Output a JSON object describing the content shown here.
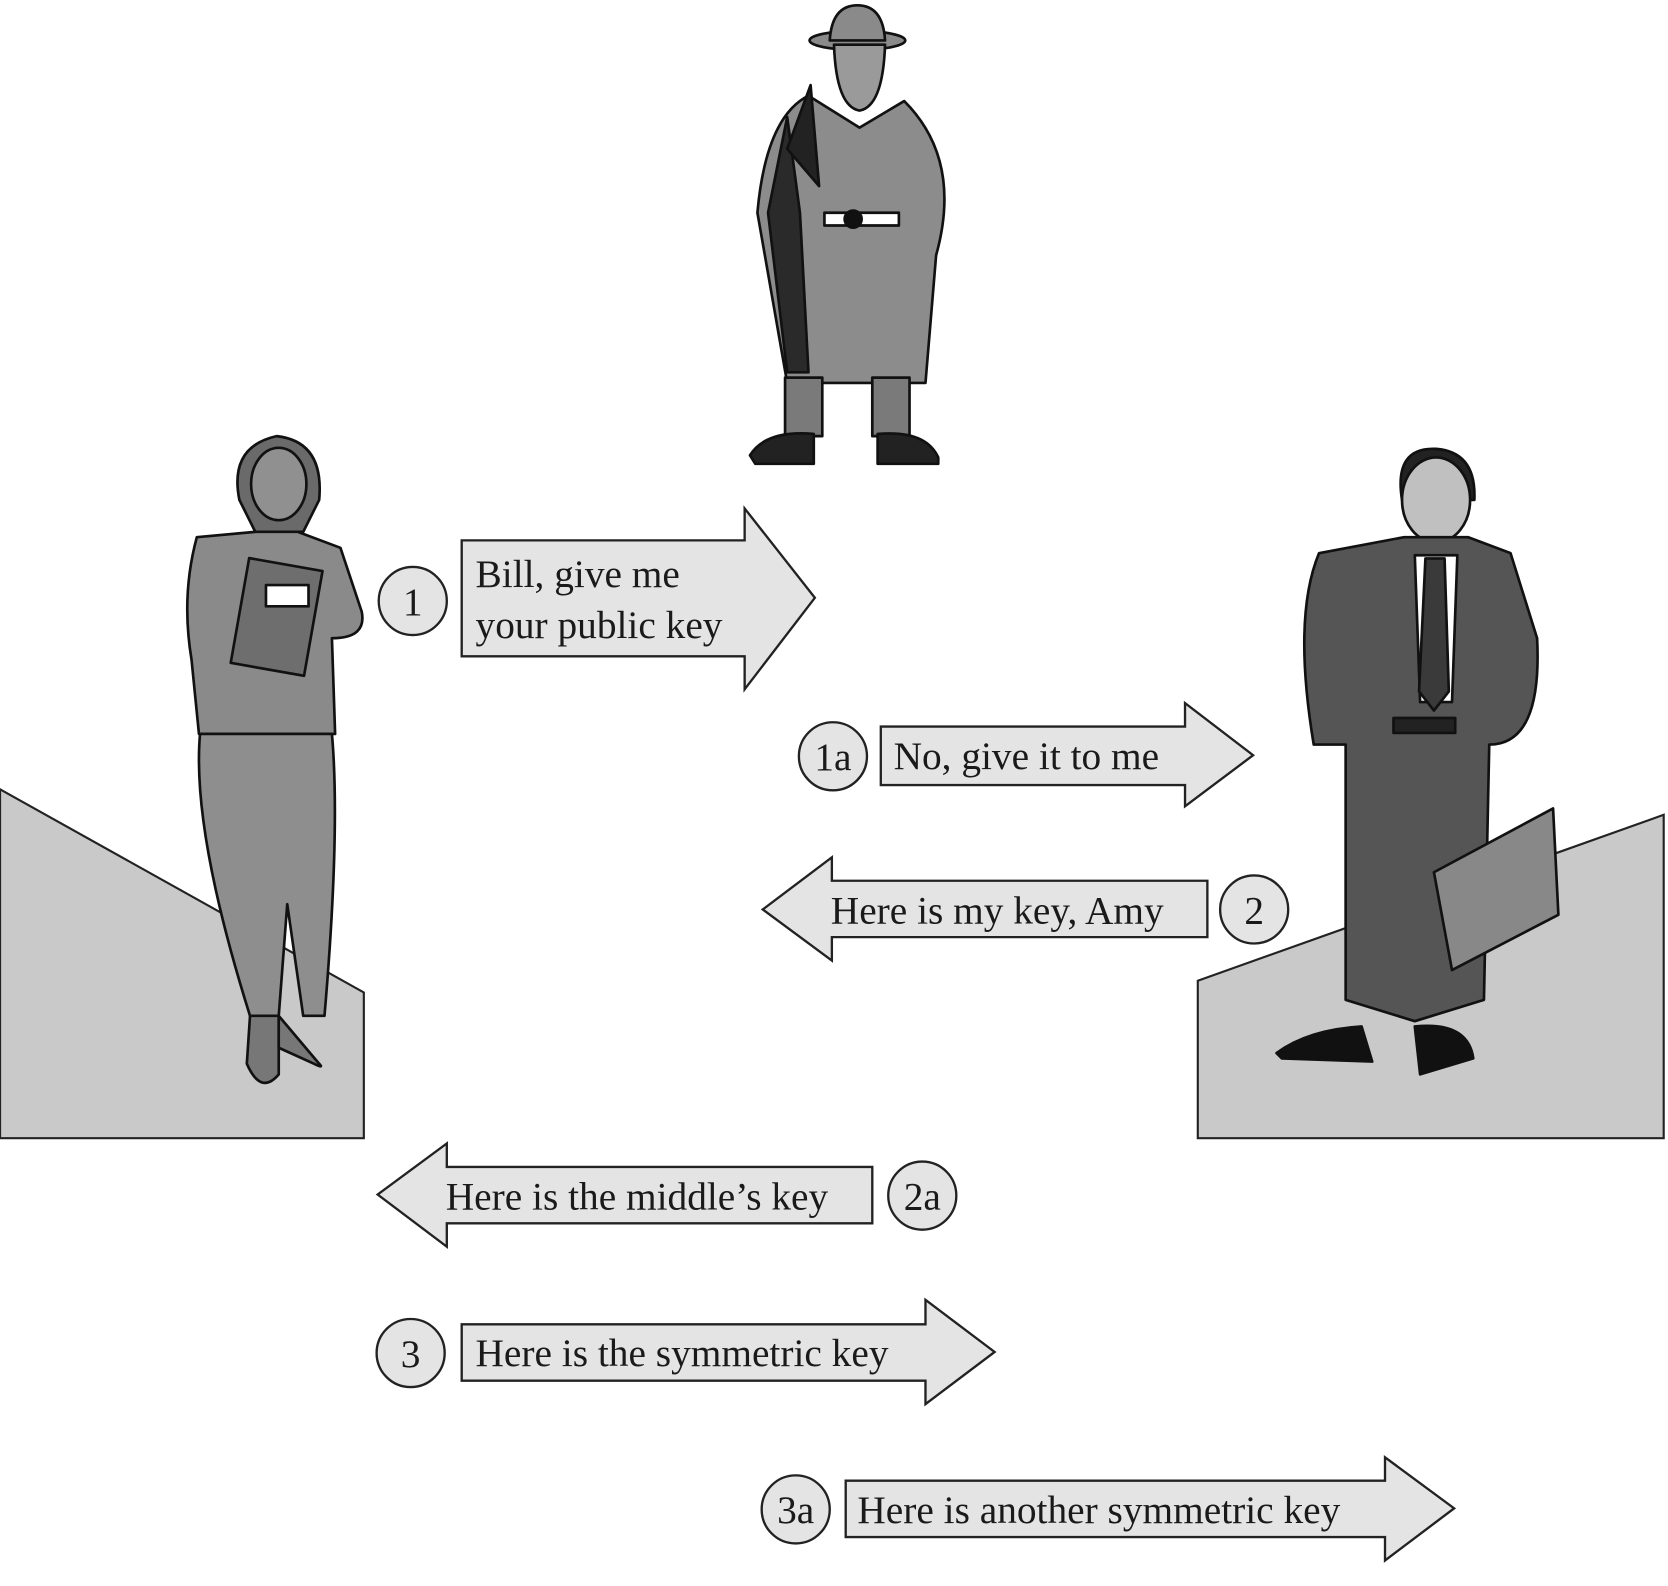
{
  "colors": {
    "arrow_fill": "#e4e4e4",
    "platform_fill": "#c9c9c9",
    "stroke": "#222222"
  },
  "figures": {
    "left": "woman-on-phone",
    "right": "man-on-phone-with-briefcase",
    "top": "eavesdropper-in-trenchcoat"
  },
  "messages": [
    {
      "step": "1",
      "lines": [
        "Bill, give me",
        "your public key"
      ],
      "direction": "right"
    },
    {
      "step": "1a",
      "lines": [
        "No, give it to me"
      ],
      "direction": "right"
    },
    {
      "step": "2",
      "lines": [
        "Here is my key, Amy"
      ],
      "direction": "left"
    },
    {
      "step": "2a",
      "lines": [
        "Here is the middle’s key"
      ],
      "direction": "left"
    },
    {
      "step": "3",
      "lines": [
        "Here is the symmetric key"
      ],
      "direction": "right"
    },
    {
      "step": "3a",
      "lines": [
        "Here is another symmetric key"
      ],
      "direction": "right"
    }
  ]
}
